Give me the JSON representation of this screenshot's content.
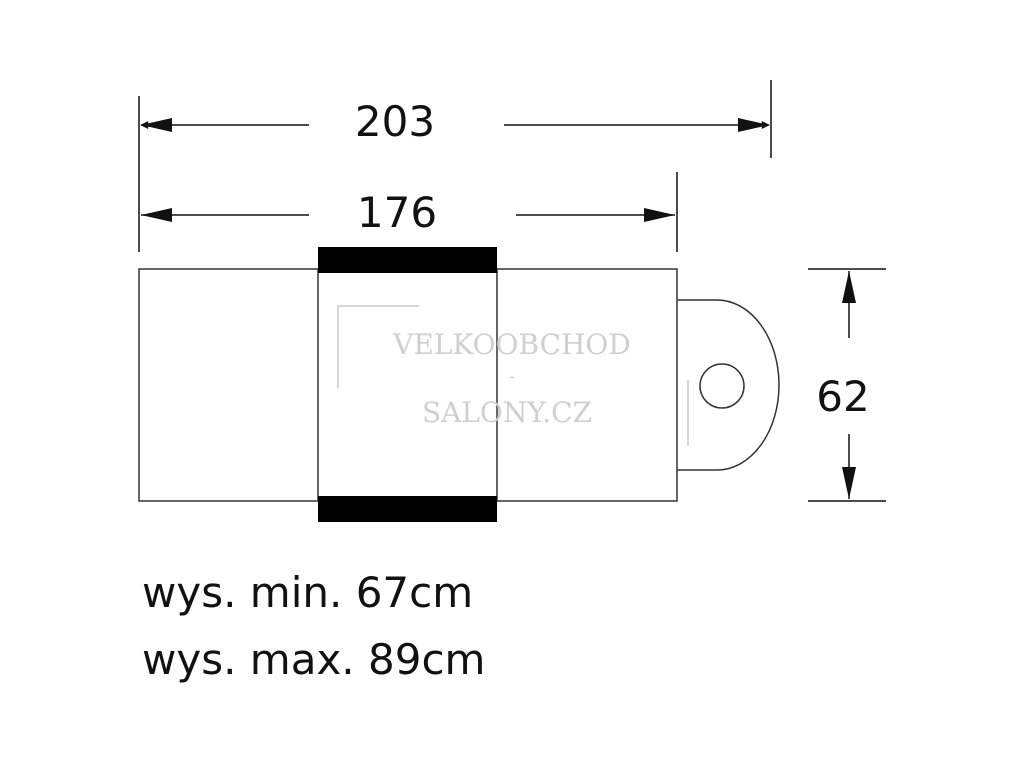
{
  "dimensions": {
    "overall_length": "203",
    "bed_length": "176",
    "width": "62"
  },
  "watermark": {
    "line1": "VELKOOBCHOD",
    "separator": "-",
    "line2": "SALONY.CZ"
  },
  "notes": {
    "height_min": "wys. min. 67cm",
    "height_max": "wys. max. 89cm"
  },
  "colors": {
    "outline": "#333333",
    "dimension_line": "#111111",
    "band_fill": "#000000",
    "watermark": "#cfcfcf"
  }
}
